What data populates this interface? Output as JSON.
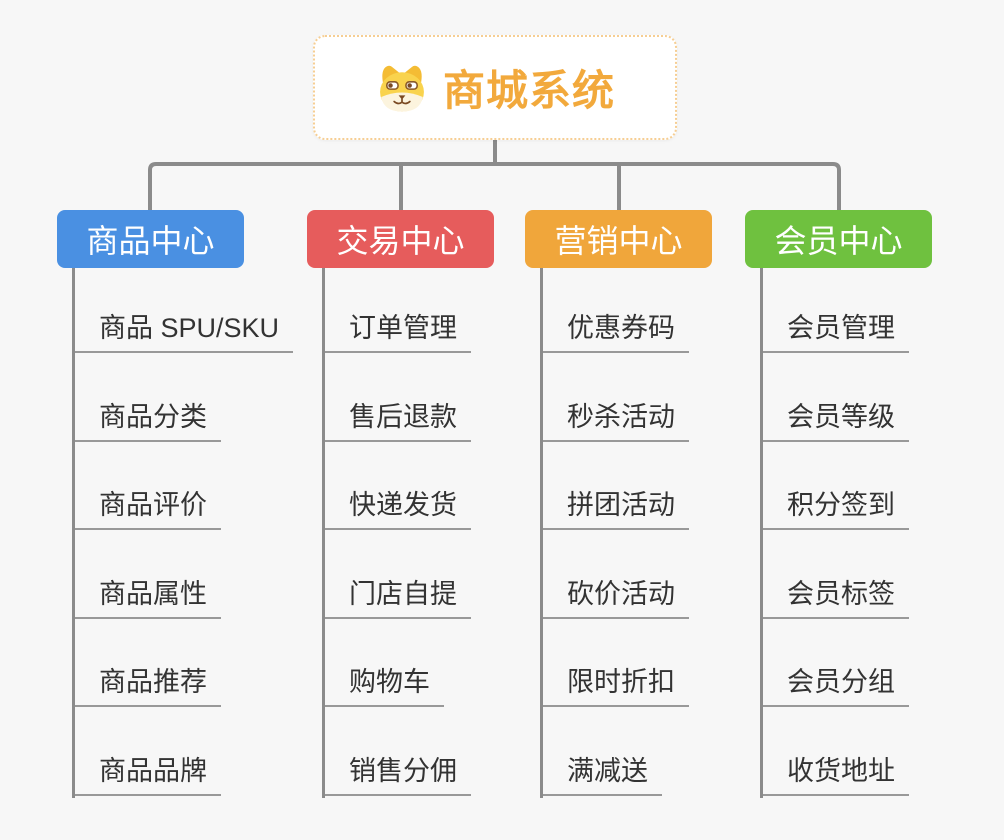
{
  "root": {
    "title": "商城系统",
    "icon": "shiba-dog-face-icon",
    "title_color": "#F2A93C",
    "border_color": "#F6CE93"
  },
  "branches": [
    {
      "id": "product-center",
      "label": "商品中心",
      "color": "#4A90E2",
      "items": [
        "商品 SPU/SKU",
        "商品分类",
        "商品评价",
        "商品属性",
        "商品推荐",
        "商品品牌"
      ]
    },
    {
      "id": "trade-center",
      "label": "交易中心",
      "color": "#E65C5C",
      "items": [
        "订单管理",
        "售后退款",
        "快递发货",
        "门店自提",
        "购物车",
        "销售分佣"
      ]
    },
    {
      "id": "marketing-center",
      "label": "营销中心",
      "color": "#F0A63B",
      "items": [
        "优惠券码",
        "秒杀活动",
        "拼团活动",
        "砍价活动",
        "限时折扣",
        "满减送"
      ]
    },
    {
      "id": "member-center",
      "label": "会员中心",
      "color": "#6FC13F",
      "items": [
        "会员管理",
        "会员等级",
        "积分签到",
        "会员标签",
        "会员分组",
        "收货地址"
      ]
    }
  ],
  "colors": {
    "background": "#F7F7F7",
    "connector": "#8B8B8B",
    "leaf_underline": "#999999",
    "leaf_text": "#333333",
    "branch_text": "#FFFFFF",
    "root_background": "#FFFFFF"
  }
}
